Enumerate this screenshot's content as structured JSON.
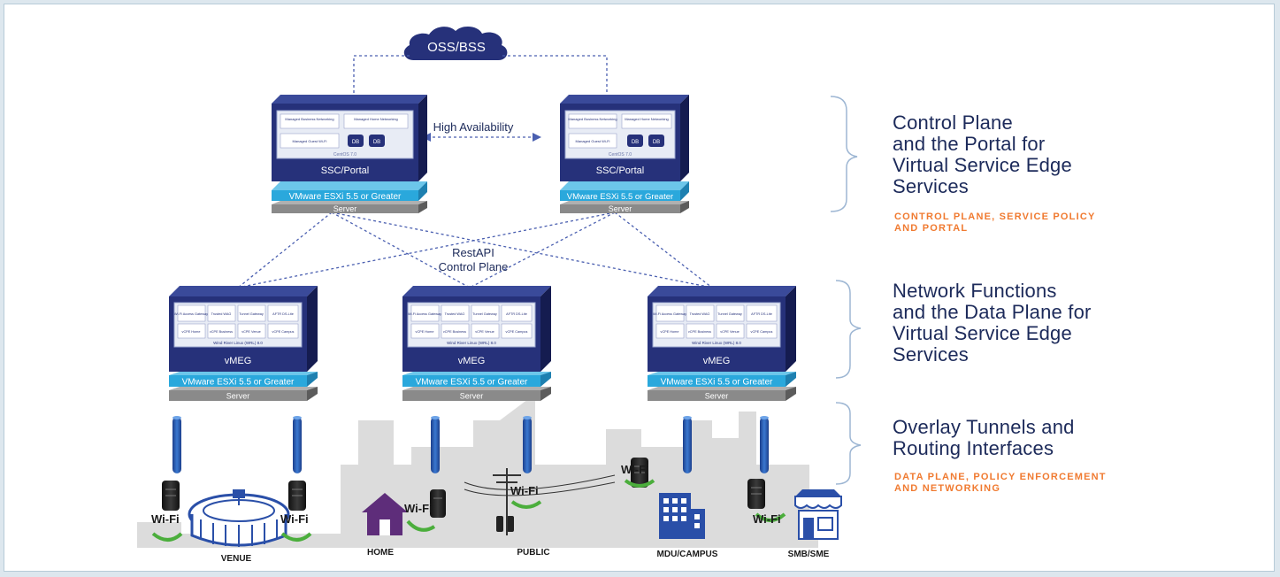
{
  "cloud_label": "OSS/BSS",
  "ha_label": "High Availability",
  "restapi_label": "RestAPI",
  "control_plane_label": "Control Plane",
  "ssc": {
    "title": "SSC/Portal",
    "os": "CentOS 7.0",
    "modules": [
      "Managed Business Networking",
      "Managed Home Networking",
      "Managed Guest Wi-Fi"
    ],
    "db": "DB",
    "hypervisor": "VMware ESXi 5.5 or Greater",
    "server": "Server"
  },
  "vmeg": {
    "title": "vMEG",
    "os": "Wind River Linux (WRL) 8.0",
    "modules": [
      "Wi-Fi Access Gateway",
      "Trusted WAG",
      "Tunnel Gateway",
      "AFTR DS-Lite",
      "vCPE Home",
      "vCPE Business",
      "vCPE Venue",
      "vCPE Campus"
    ],
    "hypervisor": "VMware ESXi 5.5 or Greater",
    "server": "Server"
  },
  "wifi_label": "Wi-Fi",
  "sites": [
    "VENUE",
    "HOME",
    "PUBLIC",
    "MDU/CAMPUS",
    "SMB/SME"
  ],
  "sections": [
    {
      "heading": "Control Plane\nand the Portal for\nVirtual Service Edge\nServices",
      "sub": "CONTROL PLANE, SERVICE POLICY\nAND PORTAL"
    },
    {
      "heading": "Network Functions\nand the Data Plane for\nVirtual Service Edge\nServices",
      "sub": ""
    },
    {
      "heading": "Overlay Tunnels and\nRouting Interfaces",
      "sub": "DATA PLANE, POLICY ENFORCEMENT\nAND NETWORKING"
    }
  ],
  "colors": {
    "navy": "#26317a",
    "navy_dark": "#1a2360",
    "cyan": "#2aa8dc",
    "grey_server": "#8a8a8a",
    "accent": "#f07a30",
    "heading": "#1c2a5a",
    "wifi_green": "#4bae3c",
    "skyline": "#d4d4d4"
  }
}
